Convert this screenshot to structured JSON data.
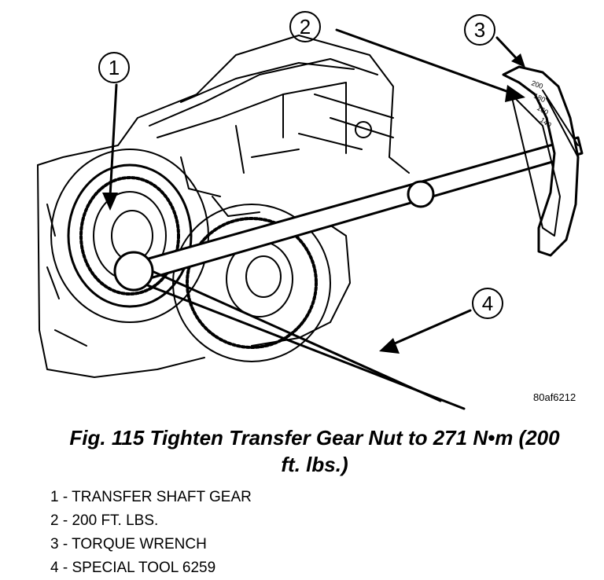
{
  "figure": {
    "code": "80af6212",
    "callouts": [
      "1",
      "2",
      "3",
      "4"
    ],
    "scale_ticks": [
      "200",
      "180",
      "160",
      "140"
    ]
  },
  "caption": {
    "line1": "Fig. 115 Tighten Transfer Gear Nut to 271 N•m (200",
    "line2": "ft. lbs.)"
  },
  "legend": [
    {
      "num": "1",
      "sep": " - ",
      "text": "TRANSFER SHAFT GEAR"
    },
    {
      "num": "2",
      "sep": " - ",
      "text": "200 FT. LBS."
    },
    {
      "num": "3",
      "sep": " - ",
      "text": "TORQUE WRENCH"
    },
    {
      "num": "4",
      "sep": " - ",
      "text": "SPECIAL TOOL 6259"
    }
  ]
}
